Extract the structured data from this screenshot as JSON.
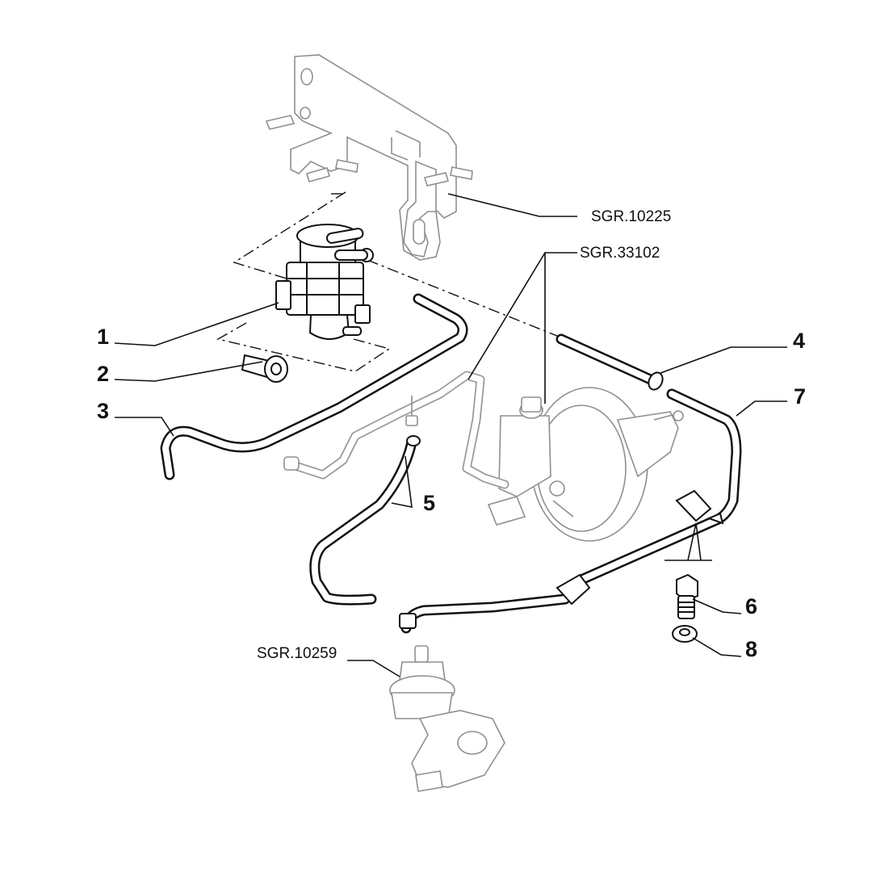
{
  "callouts": {
    "c1": "1",
    "c2": "2",
    "c3": "3",
    "c4": "4",
    "c5": "5",
    "c6": "6",
    "c7": "7",
    "c8": "8"
  },
  "references": {
    "bracket_group": "SGR.10225",
    "brake_booster_group": "SGR.33102",
    "egr_valve_group": "SGR.10259"
  }
}
